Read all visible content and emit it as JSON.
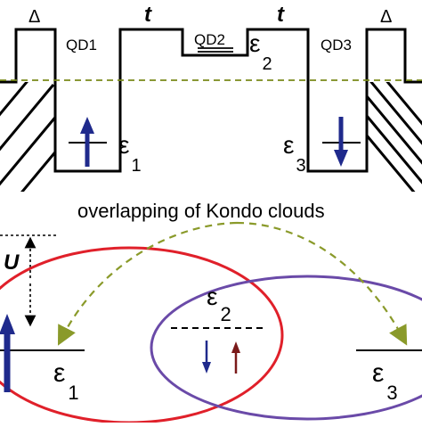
{
  "labels": {
    "delta_left": "Δ",
    "delta_right": "Δ",
    "t_left": "t",
    "t_right": "t",
    "qd1": "QD1",
    "qd2": "QD2",
    "qd3": "QD3",
    "eps2_top": "ε",
    "eps2_top_sub": "2",
    "eps1_top": "ε",
    "eps1_top_sub": "1",
    "eps3_top": "ε",
    "eps3_top_sub": "3",
    "overlap_caption": "overlapping  of Kondo clouds",
    "u_label": "U",
    "eps2_bottom": "ε",
    "eps2_bottom_sub": "2",
    "eps1_bottom": "ε",
    "eps1_bottom_sub": "1",
    "eps3_bottom": "ε",
    "eps3_bottom_sub": "3"
  },
  "colors": {
    "line": "#000000",
    "spin_blue": "#1f2a8c",
    "spin_red": "#7a1a1a",
    "fermi_dash": "#7a8a1a",
    "ellipse_red": "#e0202a",
    "ellipse_purple": "#6a4aa8",
    "arrow_green": "#8a9a2a"
  },
  "icons": {
    "spin_up": "spin-up-arrow-icon",
    "spin_down": "spin-down-arrow-icon"
  }
}
